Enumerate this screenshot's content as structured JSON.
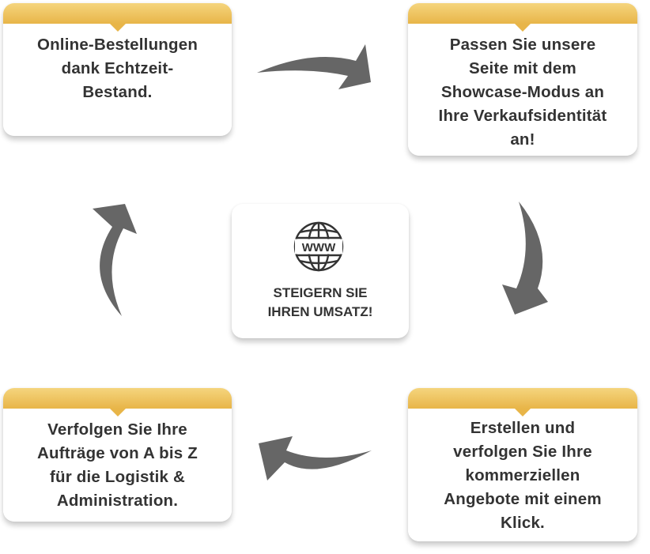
{
  "steps": [
    {
      "text": "Online-Bestellungen\ndank Echtzeit-\nBestand."
    },
    {
      "text": "Passen Sie unsere\nSeite mit dem\nShowcase-Modus an\nIhre Verkaufsidentität\nan!"
    },
    {
      "text": "Erstellen und\nverfolgen Sie Ihre\nkommerziellen\nAngebote mit einem\nKlick."
    },
    {
      "text": "Verfolgen Sie Ihre\nAufträge von A bis Z\nfür die Logistik &\nAdministration."
    }
  ],
  "center": {
    "icon": "www-globe-icon",
    "text": "STEIGERN SIE\nIHREN UMSATZ!"
  },
  "colors": {
    "accent": "#E8B548",
    "arrow": "#666666",
    "text": "#333333"
  }
}
